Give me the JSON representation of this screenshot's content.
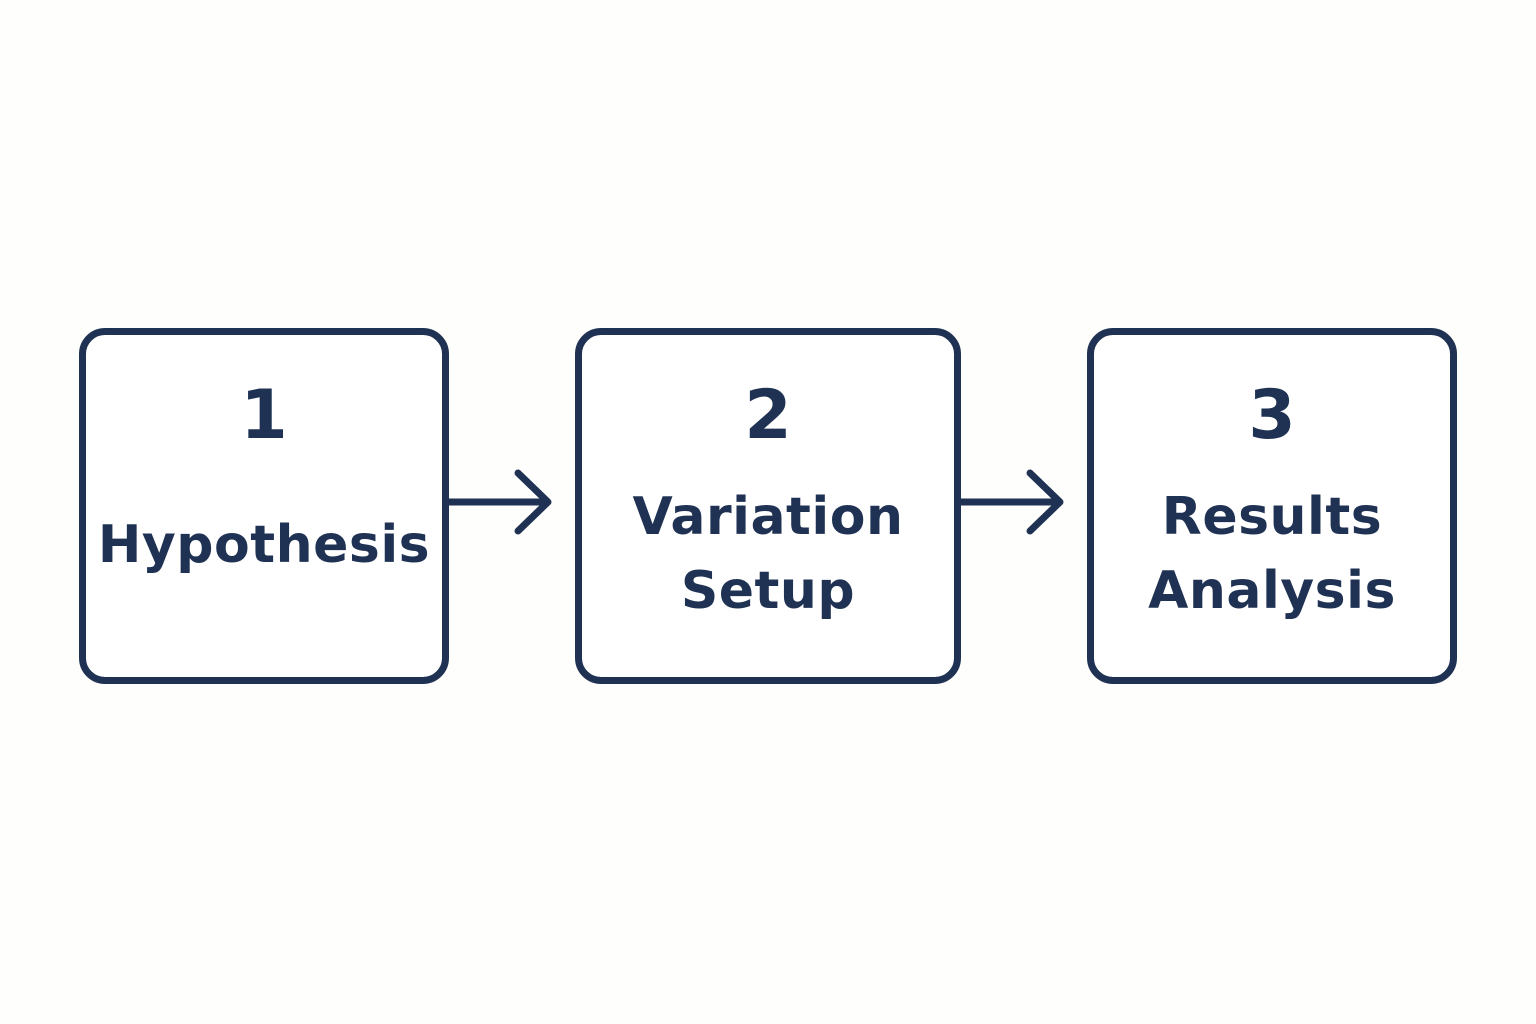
{
  "colors": {
    "stroke": "#1f3253",
    "text": "#1f3253",
    "background": "#fefefc"
  },
  "steps": [
    {
      "number": "1",
      "label_lines": [
        "Hypothesis"
      ]
    },
    {
      "number": "2",
      "label_lines": [
        "Variation",
        "Setup"
      ]
    },
    {
      "number": "3",
      "label_lines": [
        "Results",
        "Analysis"
      ]
    }
  ],
  "connectors": [
    {
      "from": "1",
      "to": "2",
      "icon": "arrow-right-icon"
    },
    {
      "from": "2",
      "to": "3",
      "icon": "arrow-right-icon"
    }
  ]
}
